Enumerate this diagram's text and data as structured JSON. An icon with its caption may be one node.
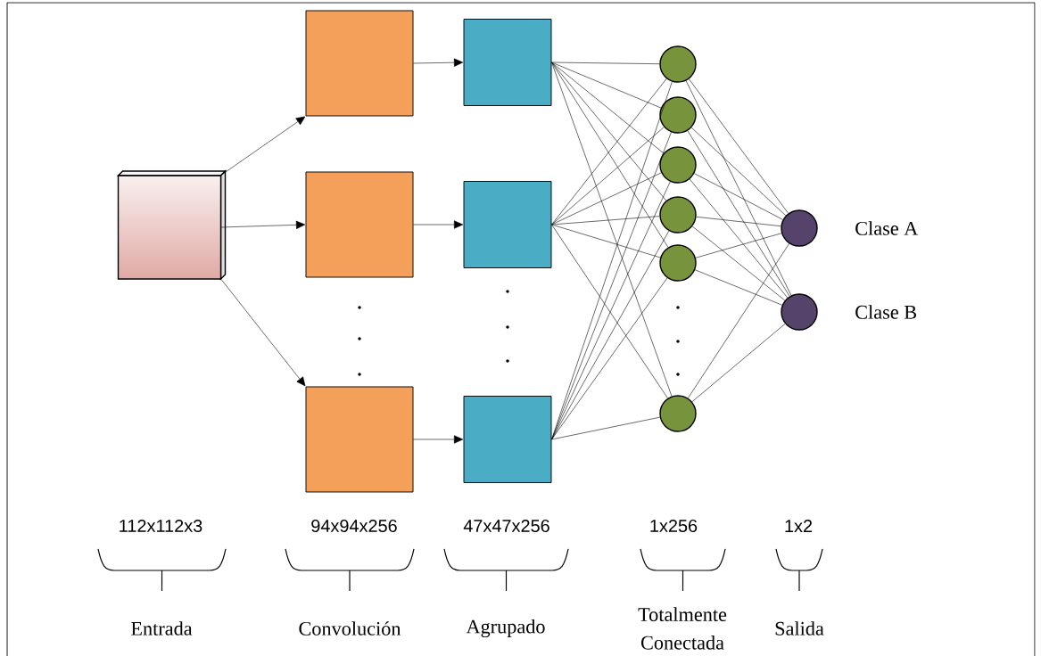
{
  "diagram": {
    "nodes": [
      {
        "text": [],
        "shape": "box"
      },
      {
        "text": [],
        "shape": "box"
      },
      {
        "text": [],
        "shape": "box"
      },
      {
        "text": [],
        "shape": "box"
      },
      {
        "text": [],
        "shape": "box"
      },
      {
        "text": [],
        "shape": "box"
      },
      {
        "text": [],
        "shape": "box"
      },
      {
        "text": [],
        "shape": "circle"
      },
      {
        "text": [],
        "shape": "circle"
      },
      {
        "text": [],
        "shape": "circle"
      },
      {
        "text": [],
        "shape": "circle"
      },
      {
        "text": [],
        "shape": "circle"
      },
      {
        "text": [],
        "shape": "circle"
      },
      {
        "text": [],
        "shape": "circle",
        "beside": [
          "Clase A"
        ]
      },
      {
        "text": [],
        "shape": "circle",
        "beside": [
          "Clase B"
        ]
      }
    ],
    "edges": [
      {
        "from": 0,
        "to": 1,
        "arrow": "to"
      },
      {
        "from": 0,
        "to": 2,
        "arrow": "to"
      },
      {
        "from": 0,
        "to": 3,
        "arrow": "to"
      },
      {
        "from": 1,
        "to": 4,
        "arrow": "to"
      },
      {
        "from": 2,
        "to": 5,
        "arrow": "to"
      },
      {
        "from": 3,
        "to": 6,
        "arrow": "to"
      },
      {
        "from": 4,
        "to": 7,
        "arrow": "none"
      },
      {
        "from": 4,
        "to": 8,
        "arrow": "none"
      },
      {
        "from": 4,
        "to": 9,
        "arrow": "none"
      },
      {
        "from": 4,
        "to": 10,
        "arrow": "none"
      },
      {
        "from": 4,
        "to": 11,
        "arrow": "none"
      },
      {
        "from": 4,
        "to": 12,
        "arrow": "none"
      },
      {
        "from": 5,
        "to": 7,
        "arrow": "none"
      },
      {
        "from": 5,
        "to": 8,
        "arrow": "none"
      },
      {
        "from": 5,
        "to": 9,
        "arrow": "none"
      },
      {
        "from": 5,
        "to": 10,
        "arrow": "none"
      },
      {
        "from": 5,
        "to": 11,
        "arrow": "none"
      },
      {
        "from": 5,
        "to": 12,
        "arrow": "none"
      },
      {
        "from": 6,
        "to": 7,
        "arrow": "none"
      },
      {
        "from": 6,
        "to": 8,
        "arrow": "none"
      },
      {
        "from": 6,
        "to": 9,
        "arrow": "none"
      },
      {
        "from": 6,
        "to": 10,
        "arrow": "none"
      },
      {
        "from": 6,
        "to": 11,
        "arrow": "none"
      },
      {
        "from": 6,
        "to": 12,
        "arrow": "none"
      },
      {
        "from": 7,
        "to": 13,
        "arrow": "none"
      },
      {
        "from": 7,
        "to": 14,
        "arrow": "none"
      },
      {
        "from": 8,
        "to": 13,
        "arrow": "none"
      },
      {
        "from": 8,
        "to": 14,
        "arrow": "none"
      },
      {
        "from": 9,
        "to": 13,
        "arrow": "none"
      },
      {
        "from": 9,
        "to": 14,
        "arrow": "none"
      },
      {
        "from": 10,
        "to": 13,
        "arrow": "none"
      },
      {
        "from": 10,
        "to": 14,
        "arrow": "none"
      },
      {
        "from": 11,
        "to": 13,
        "arrow": "none"
      },
      {
        "from": 11,
        "to": 14,
        "arrow": "none"
      },
      {
        "from": 12,
        "to": 13,
        "arrow": "none"
      },
      {
        "from": 12,
        "to": 14,
        "arrow": "none"
      }
    ],
    "labels": [
      "112x112x3",
      "94x94x256",
      "47x47x256",
      "1x256",
      "1x2",
      "Entrada",
      "Convolución",
      "Agrupado",
      "Totalmente Conectada",
      "Salida"
    ]
  }
}
